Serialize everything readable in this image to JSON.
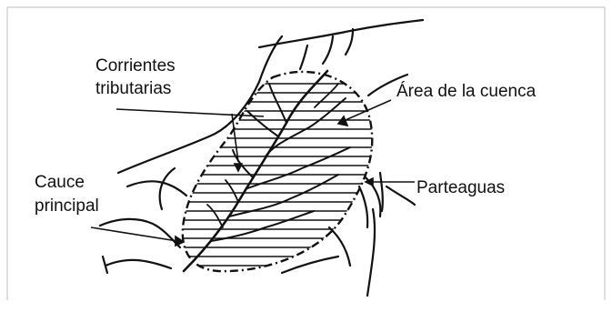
{
  "labels": {
    "corrientes_line1": "Corrientes",
    "corrientes_line2": "tributarias",
    "area": "Área de la cuenca",
    "cauce_line1": "Cauce",
    "cauce_line2": "principal",
    "parteaguas": "Parteaguas"
  },
  "colors": {
    "ink": "#111111",
    "frame": "#c8c8c8",
    "background": "#ffffff"
  }
}
